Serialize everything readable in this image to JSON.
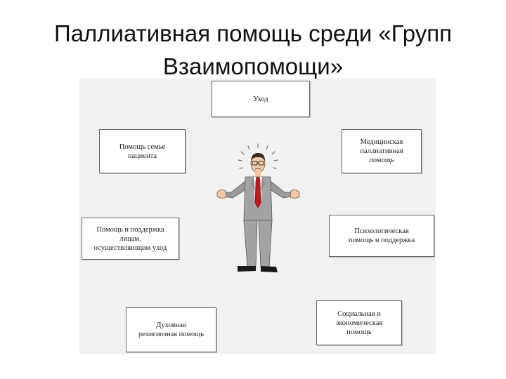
{
  "title_line1": "Паллиативная помощь среди «Групп",
  "title_line2": "Взаимопомощи»",
  "boxes": {
    "care": "Уход",
    "family_help": "Помощь семье\nпациента",
    "medical": "Медицинская\nпаллиативная\nпомощь",
    "caregivers_support": "Помощь и поддержка\nлицам,\nосуществляющим уход",
    "psychological": "Психологическая\nпомощь и поддержка",
    "spiritual": "Духовная\nрелигиозная помощь",
    "social": "Социальная и\nэкономическая\nпомощь"
  }
}
